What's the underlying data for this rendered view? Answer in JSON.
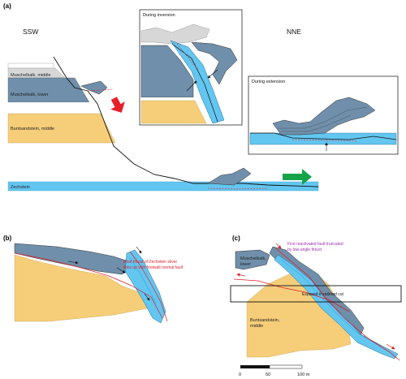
{
  "panels": {
    "a": "(a)",
    "b": "(b)",
    "c": "(c)"
  },
  "directions": {
    "left": "SSW",
    "right": "NNE"
  },
  "layers": {
    "muschelkalk_middle": "Muschelkalk, middle",
    "muschelkalk_lower": "Muschelkalk, lower",
    "buntsandstein_middle": "Buntsandstein, middle",
    "zechstein": "Zechstein"
  },
  "insets": {
    "inversion": "During inversion",
    "extension": "During extension"
  },
  "panel_b": {
    "note_line1": "Roof thrust of Zechstein sliver",
    "note_line2": "links up with footwall normal fault"
  },
  "panel_c": {
    "muschelkalk_line1": "Muschelkalk,",
    "muschelkalk_line2": "lower",
    "note_line1": "First reactivated fault truncated",
    "note_line2": "by low-angle thrust",
    "exposed": "Exposed in railroad cut",
    "buntsandstein_line1": "Buntsandstein,",
    "buntsandstein_line2": "middle"
  },
  "scale_bar": {
    "zero": "0",
    "mid": "50",
    "end": "100 m"
  },
  "colors": {
    "muschelkalk": "#6f8faa",
    "buntsandstein": "#f6ce7a",
    "zechstein": "#62c6f0",
    "arrow_red": "#e8202a",
    "arrow_green": "#16a34a",
    "annotation_red": "#e11d2b",
    "annotation_purple": "#9b2fb0"
  }
}
